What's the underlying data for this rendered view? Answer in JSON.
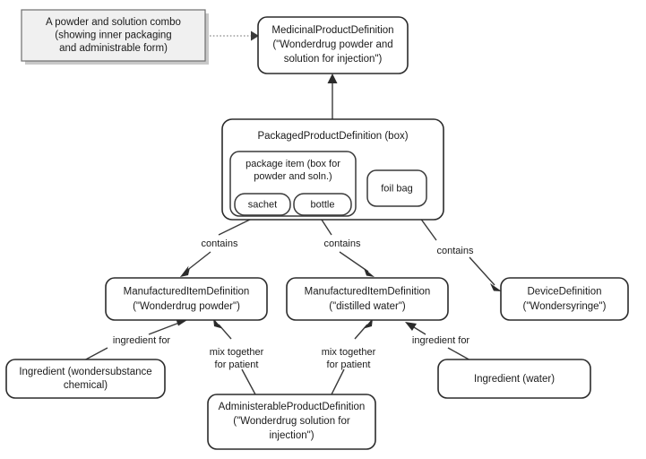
{
  "diagram": {
    "title": "A powder and solution combo (showing inner packaging and administrable form)",
    "background_color": "#ffffff",
    "stroke_color": "#2b2b2b",
    "note_fill_color": "#f0f0f0",
    "node_fill_color": "#ffffff"
  },
  "note": {
    "line1": "A powder and solution combo",
    "line2": "(showing inner packaging",
    "line3": "and administrable form)"
  },
  "nodes": {
    "medicinal_product": {
      "line1": "MedicinalProductDefinition",
      "line2": "(\"Wonderdrug powder and",
      "line3": "solution for injection\")"
    },
    "packaged_product": {
      "line1": "PackagedProductDefinition (box)"
    },
    "package_item": {
      "line1": "package item (box for",
      "line2": "powder and soln.)"
    },
    "sachet": {
      "line1": "sachet"
    },
    "bottle": {
      "line1": "bottle"
    },
    "foil_bag": {
      "line1": "foil bag"
    },
    "manufactured_powder": {
      "line1": "ManufacturedItemDefinition",
      "line2": "(\"Wonderdrug powder\")"
    },
    "manufactured_water": {
      "line1": "ManufacturedItemDefinition",
      "line2": "(\"distilled water\")"
    },
    "device_definition": {
      "line1": "DeviceDefinition",
      "line2": "(\"Wondersyringe\")"
    },
    "ingredient_chemical": {
      "line1": "Ingredient (wondersubstance",
      "line2": "chemical)"
    },
    "ingredient_water": {
      "line1": "Ingredient (water)"
    },
    "administerable_product": {
      "line1": "AdministerableProductDefinition",
      "line2": "(\"Wonderdrug solution for",
      "line3": "injection\")"
    }
  },
  "edge_labels": {
    "contains_sachet": "contains",
    "contains_bottle": "contains",
    "contains_foilbag": "contains",
    "ingredient_for_powder": "ingredient for",
    "ingredient_for_water": "ingredient for",
    "mix_powder_line1": "mix together",
    "mix_powder_line2": "for patient",
    "mix_water_line1": "mix together",
    "mix_water_line2": "for patient"
  }
}
